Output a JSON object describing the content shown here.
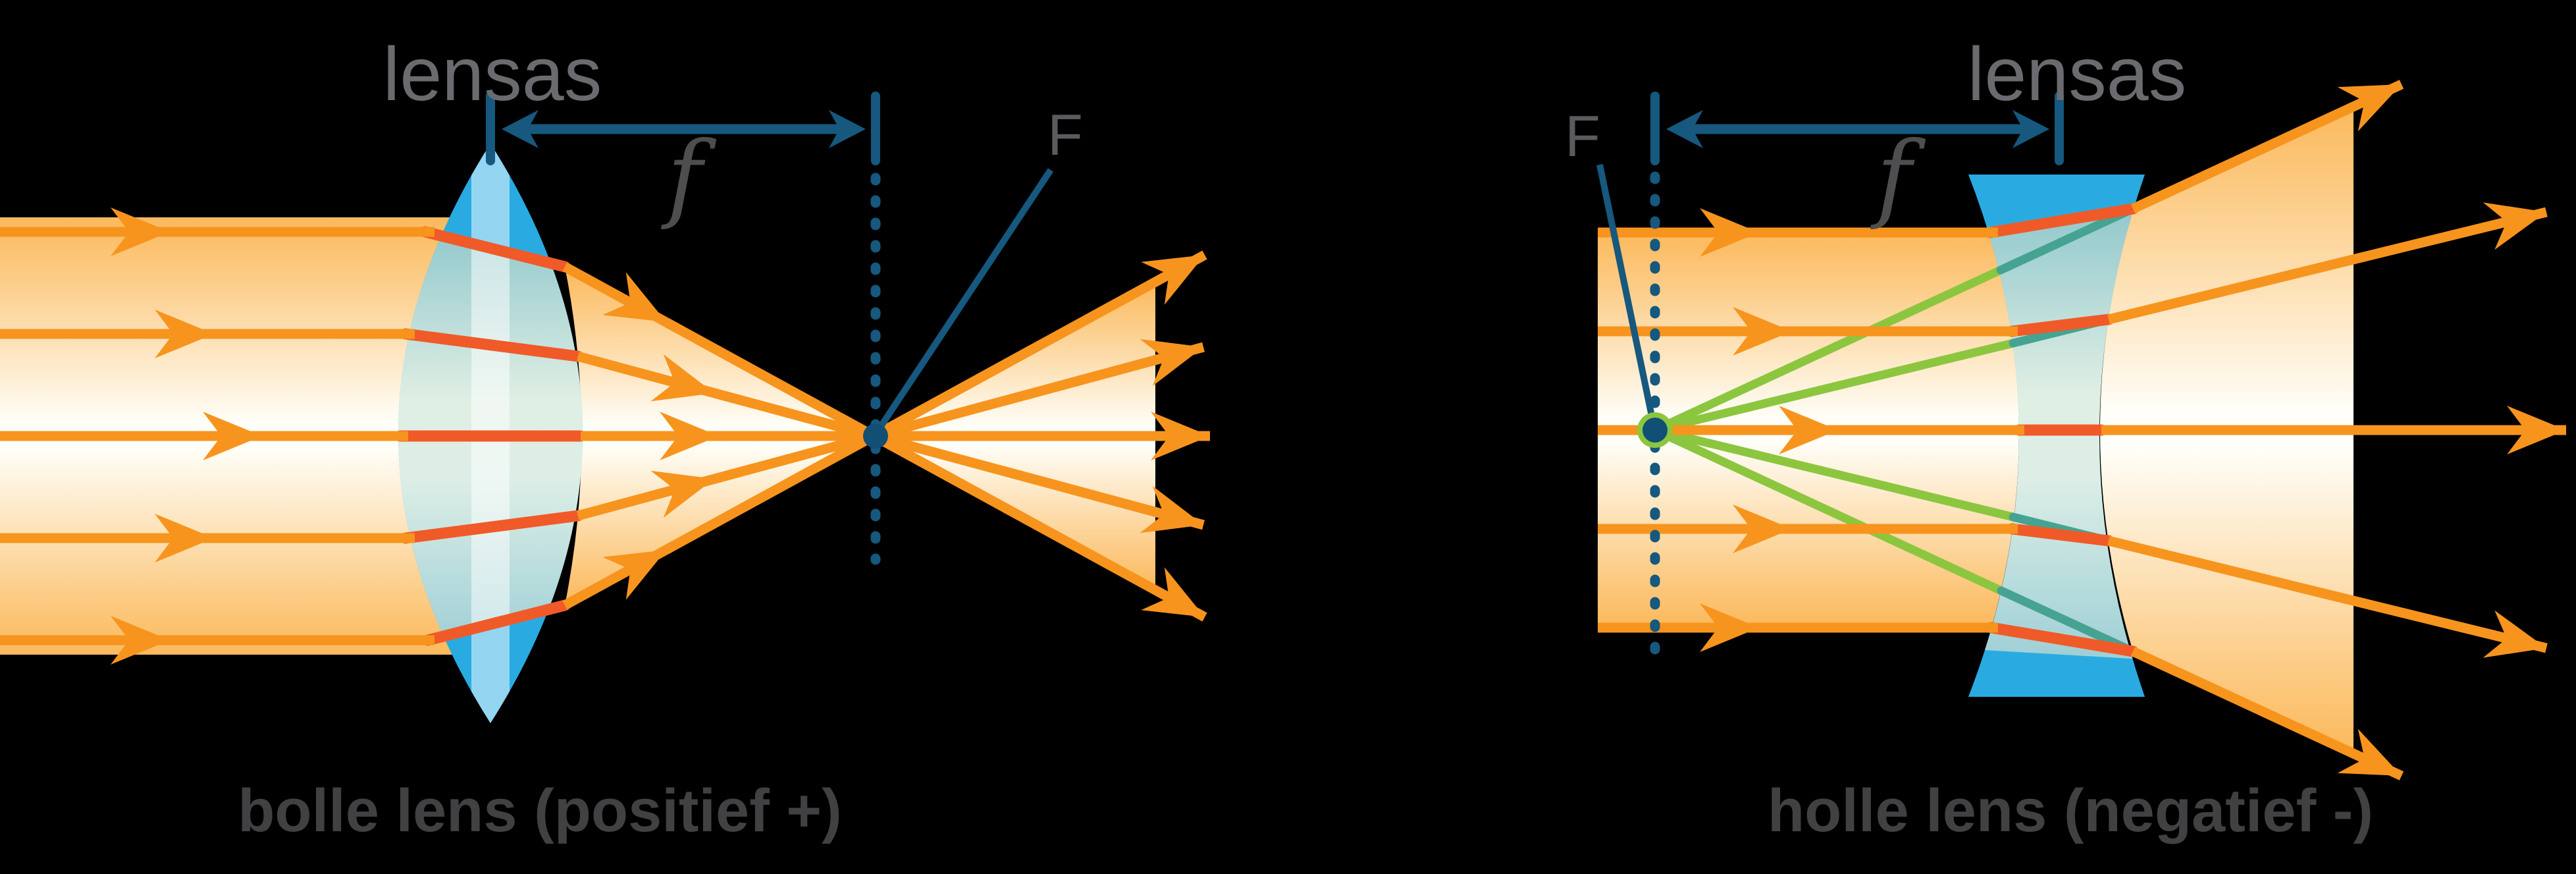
{
  "figure": {
    "title_context": "lens ray diagrams",
    "left": {
      "lens_axis_label": "lensas",
      "focal_length_label": "f",
      "focal_point_label": "F",
      "caption": "bolle lens (positief +)"
    },
    "right": {
      "lens_axis_label": "lensas",
      "focal_length_label": "f",
      "focal_point_label": "F",
      "caption": "holle lens (negatief -)"
    },
    "colors": {
      "background": "#000000",
      "ray_orange": "#F7941E",
      "ray_in_lens_red": "#F05A28",
      "virtual_ray_green": "#8CC63F",
      "virtual_ray_in_lens_teal": "#46A391",
      "lens_blue": "#29ABE2",
      "annotation_navy": "#16587E",
      "label_gray": "#6A6B6E",
      "caption_gray": "#414042",
      "beam_cream": "#FBB95C"
    }
  }
}
